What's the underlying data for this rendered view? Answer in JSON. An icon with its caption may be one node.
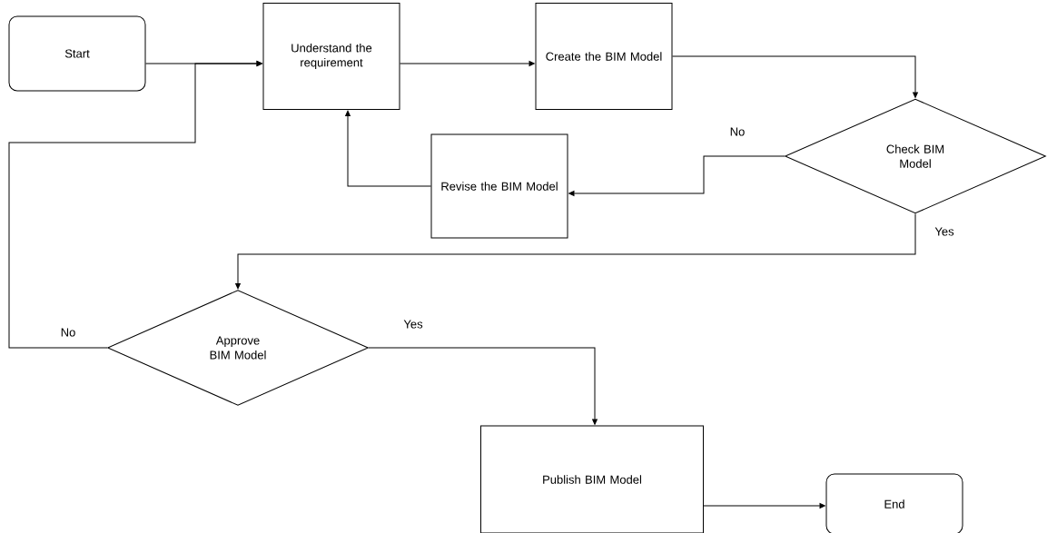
{
  "diagram": {
    "nodes": [
      {
        "text": [
          "Start"
        ]
      },
      {
        "text": [
          "Understand the requirement"
        ]
      },
      {
        "text": [
          "Create the BIM Model"
        ]
      },
      {
        "text": [
          "Check BIM Model"
        ]
      },
      {
        "text": [
          "Revise the BIM Model"
        ]
      },
      {
        "text": [
          "Approve BIM Model"
        ]
      },
      {
        "text": [
          "Publish BIM Model"
        ]
      },
      {
        "text": [
          "End"
        ]
      }
    ],
    "edges": [
      {
        "from": 0,
        "to": 1,
        "arrow": "to"
      },
      {
        "from": 1,
        "to": 2,
        "arrow": "to"
      },
      {
        "from": 2,
        "to": 3,
        "arrow": "to"
      },
      {
        "from": 3,
        "to": 4,
        "arrow": "to",
        "label": "No"
      },
      {
        "from": 4,
        "to": 1,
        "arrow": "to"
      },
      {
        "from": 3,
        "to": 5,
        "arrow": "to",
        "label": "Yes"
      },
      {
        "from": 5,
        "to": 1,
        "arrow": "to",
        "label": "No"
      },
      {
        "from": 5,
        "to": 6,
        "arrow": "to",
        "label": "Yes"
      },
      {
        "from": 6,
        "to": 7,
        "arrow": "to"
      }
    ]
  }
}
